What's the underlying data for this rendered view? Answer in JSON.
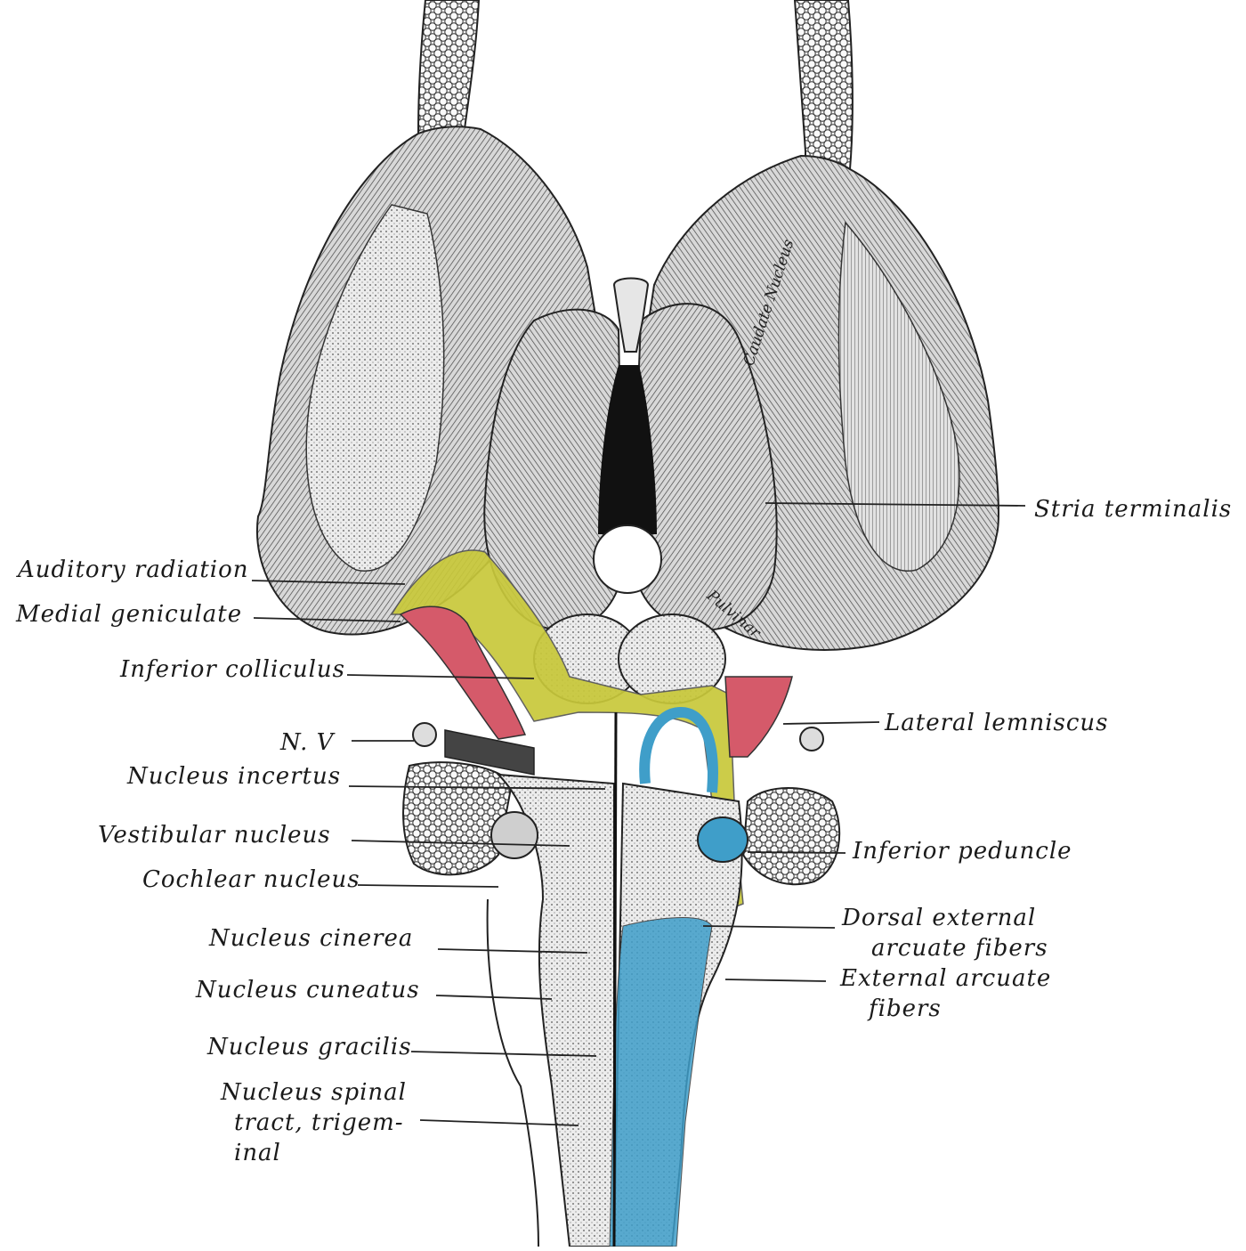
{
  "colors": {
    "background": "#ffffff",
    "ink": "#1a1a1a",
    "tissue": "#dcdcdc",
    "yellow": "#c8c83a",
    "red": "#d55a6a",
    "blue": "#3f9ec9"
  },
  "labels": {
    "left": [
      {
        "id": "auditory-radiation",
        "text": "Auditory radiation"
      },
      {
        "id": "medial-geniculate",
        "text": "Medial geniculate"
      },
      {
        "id": "inferior-colliculus",
        "text": "Inferior colliculus"
      },
      {
        "id": "n-v",
        "text": "N. V"
      },
      {
        "id": "nucleus-incertus",
        "text": "Nucleus incertus"
      },
      {
        "id": "vestibular-nucleus",
        "text": "Vestibular nucleus"
      },
      {
        "id": "cochlear-nucleus",
        "text": "Cochlear nucleus"
      },
      {
        "id": "nucleus-cinerea",
        "text": "Nucleus cinerea"
      },
      {
        "id": "nucleus-cuneatus",
        "text": "Nucleus cuneatus"
      },
      {
        "id": "nucleus-gracilis",
        "text": "Nucleus gracilis"
      }
    ],
    "nucleus_spinal": [
      "Nucleus spinal",
      "tract, trigem-",
      "inal"
    ],
    "right": [
      {
        "id": "stria-terminalis",
        "text": "Stria terminalis"
      },
      {
        "id": "lateral-lemniscus",
        "text": "Lateral lemniscus"
      },
      {
        "id": "inferior-peduncle",
        "text": "Inferior peduncle"
      }
    ],
    "dorsal_external": [
      "Dorsal external",
      "arcuate fibers"
    ],
    "external_arcuate": [
      "External arcuate",
      "fibers"
    ]
  },
  "inner_labels": {
    "caudate_nucleus": "Caudate Nucleus",
    "pulvinar": "Pulvinar"
  }
}
